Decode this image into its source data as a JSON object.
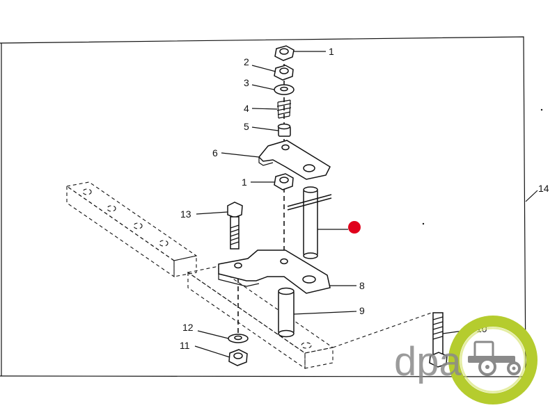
{
  "diagram": {
    "labels": {
      "p1_top": "1",
      "p2": "2",
      "p3": "3",
      "p4": "4",
      "p5": "5",
      "p6": "6",
      "p1_mid": "1",
      "p13": "13",
      "p8": "8",
      "p9": "9",
      "p12": "12",
      "p11": "11",
      "p10": "10",
      "p14": "14"
    },
    "marker_color": "#e0001b",
    "frame_color": "#111111"
  },
  "watermark": {
    "text": "dpa",
    "text_color": "#8a8a8a",
    "ring_color": "#b5cc2e",
    "icon": "tractor-icon"
  }
}
